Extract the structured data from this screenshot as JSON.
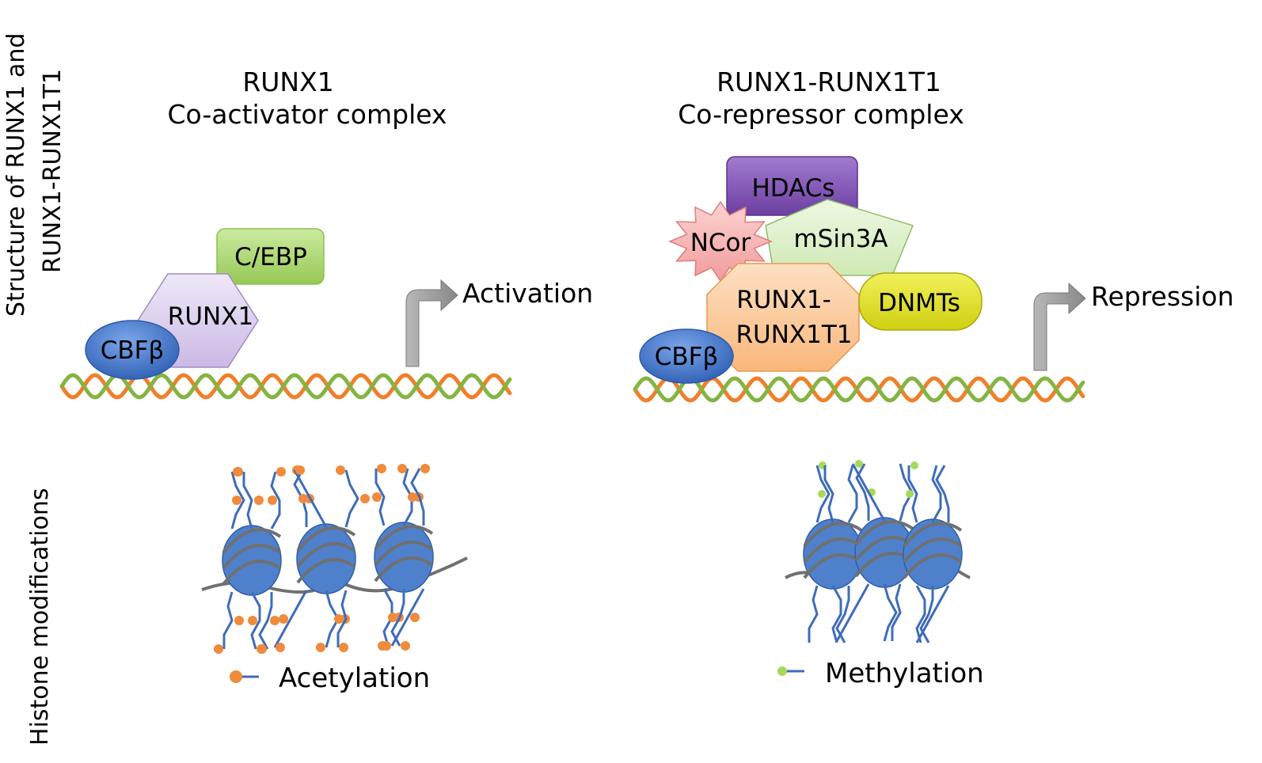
{
  "side_labels": {
    "structure_line1": "Structure of RUNX1 and",
    "structure_line2": "RUNX1-RUNX1T1",
    "histone": "Histone modifications"
  },
  "left_panel": {
    "title_line1": "RUNX1",
    "title_line2": "Co-activator complex",
    "cebp": "C/EBP",
    "runx1": "RUNX1",
    "cbfb": "CBFβ",
    "outcome": "Activation"
  },
  "right_panel": {
    "title_line1": "RUNX1-RUNX1T1",
    "title_line2": "Co-repressor complex",
    "hdacs": "HDACs",
    "ncor": "NCor",
    "msin3a": "mSin3A",
    "fusion_line1": "RUNX1-",
    "fusion_line2": "RUNX1T1",
    "dnmts": "DNMTs",
    "cbfb": "CBFβ",
    "outcome": "Repression"
  },
  "legends": {
    "acetylation": "Acetylation",
    "methylation": "Methylation"
  },
  "colors": {
    "dna_orange": "#f07f2a",
    "dna_green": "#84b442",
    "runx1_purple": "#dcd0ee",
    "cebp_green": "#b2da73",
    "cbfb_blue": "#4577cc",
    "hdacs_purple": "#8456b6",
    "ncor_red": "#f6b1b1",
    "msin3a_green": "#dff1cd",
    "fusion_orange": "#fbc89a",
    "dnmts_yellow": "#e3e32c",
    "nucleosome_blue": "#4f80cc",
    "tail_blue": "#3f6cb8",
    "acetyl_dot": "#f08a3c",
    "methyl_dot": "#a6d85c",
    "arrow_gray": "#9c9c9c"
  }
}
